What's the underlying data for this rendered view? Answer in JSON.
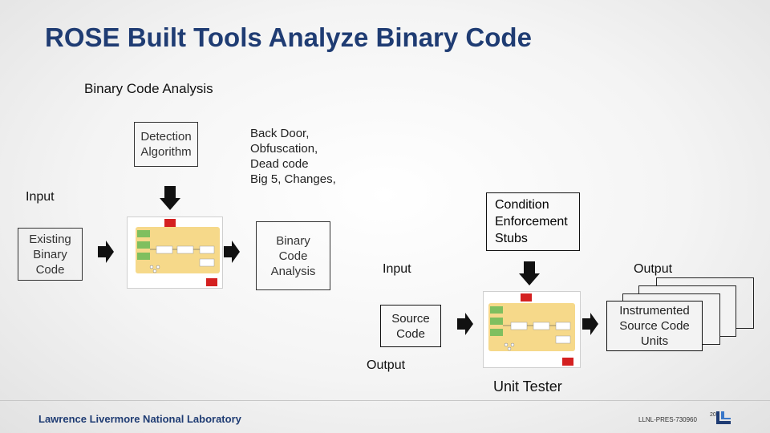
{
  "title": "ROSE Built Tools Analyze Binary Code",
  "subtitle": "Binary Code Analysis",
  "detection_box": "Detection\nAlgorithm",
  "backdoor_text": "Back Door,\nObfuscation,\nDead code\nBig 5, Changes,",
  "input_label_1": "Input",
  "existing_box": "Existing\nBinary\nCode",
  "binary_analysis_box": "Binary\nCode\nAnalysis",
  "condition_box": "Condition\nEnforcement\nStubs",
  "input_label_2": "Input",
  "output_label_1": "Output",
  "source_box": "Source\nCode",
  "instrumented_box": "Instrumented\nSource Code\nUnits",
  "output_label_2": "Output",
  "unit_tester": "Unit Tester",
  "footer": {
    "lab": "Lawrence Livermore National Laboratory",
    "code": "LLNL-PRES-730960",
    "page": "20"
  },
  "colors": {
    "title": "#1f3c73",
    "thumb_red": "#d42020",
    "thumb_yellow": "#f6d98a",
    "thumb_green": "#7fbf5f"
  }
}
